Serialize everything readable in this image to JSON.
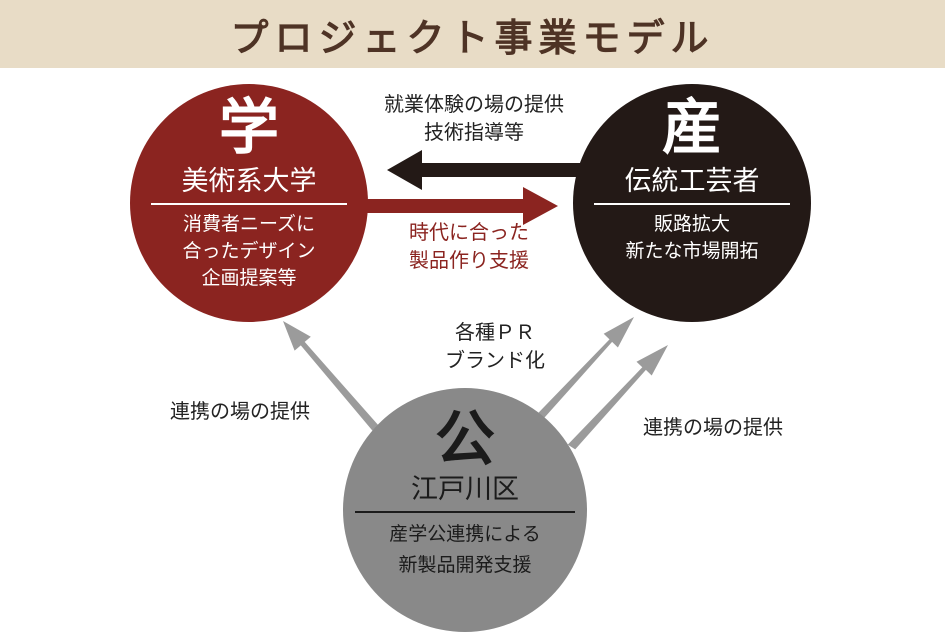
{
  "title": "プロジェクト事業モデル",
  "nodes": {
    "gaku": {
      "char": "学",
      "name": "美術系大学",
      "desc": [
        "消費者ニーズに",
        "合ったデザイン",
        "企画提案等"
      ]
    },
    "san": {
      "char": "産",
      "name": "伝統工芸者",
      "desc": [
        "販路拡大",
        "新たな市場開拓"
      ]
    },
    "kou": {
      "char": "公",
      "name": "江戸川区",
      "desc": [
        "産学公連携による",
        "新製品開発支援"
      ]
    }
  },
  "edges": {
    "san_to_gaku": [
      "就業体験の場の提供",
      "技術指導等"
    ],
    "gaku_to_san": [
      "時代に合った",
      "製品作り支援"
    ],
    "kou_to_gaku": "連携の場の提供",
    "kou_to_san_top": [
      "各種ＰＲ",
      "ブランド化"
    ],
    "kou_to_san_right": "連携の場の提供"
  },
  "colors": {
    "title_bg": "#e8dcc6",
    "title_text": "#4e3325",
    "gaku": "#8b2420",
    "san": "#231916",
    "kou": "#898989",
    "arrow_gray": "#9b9b9b"
  }
}
